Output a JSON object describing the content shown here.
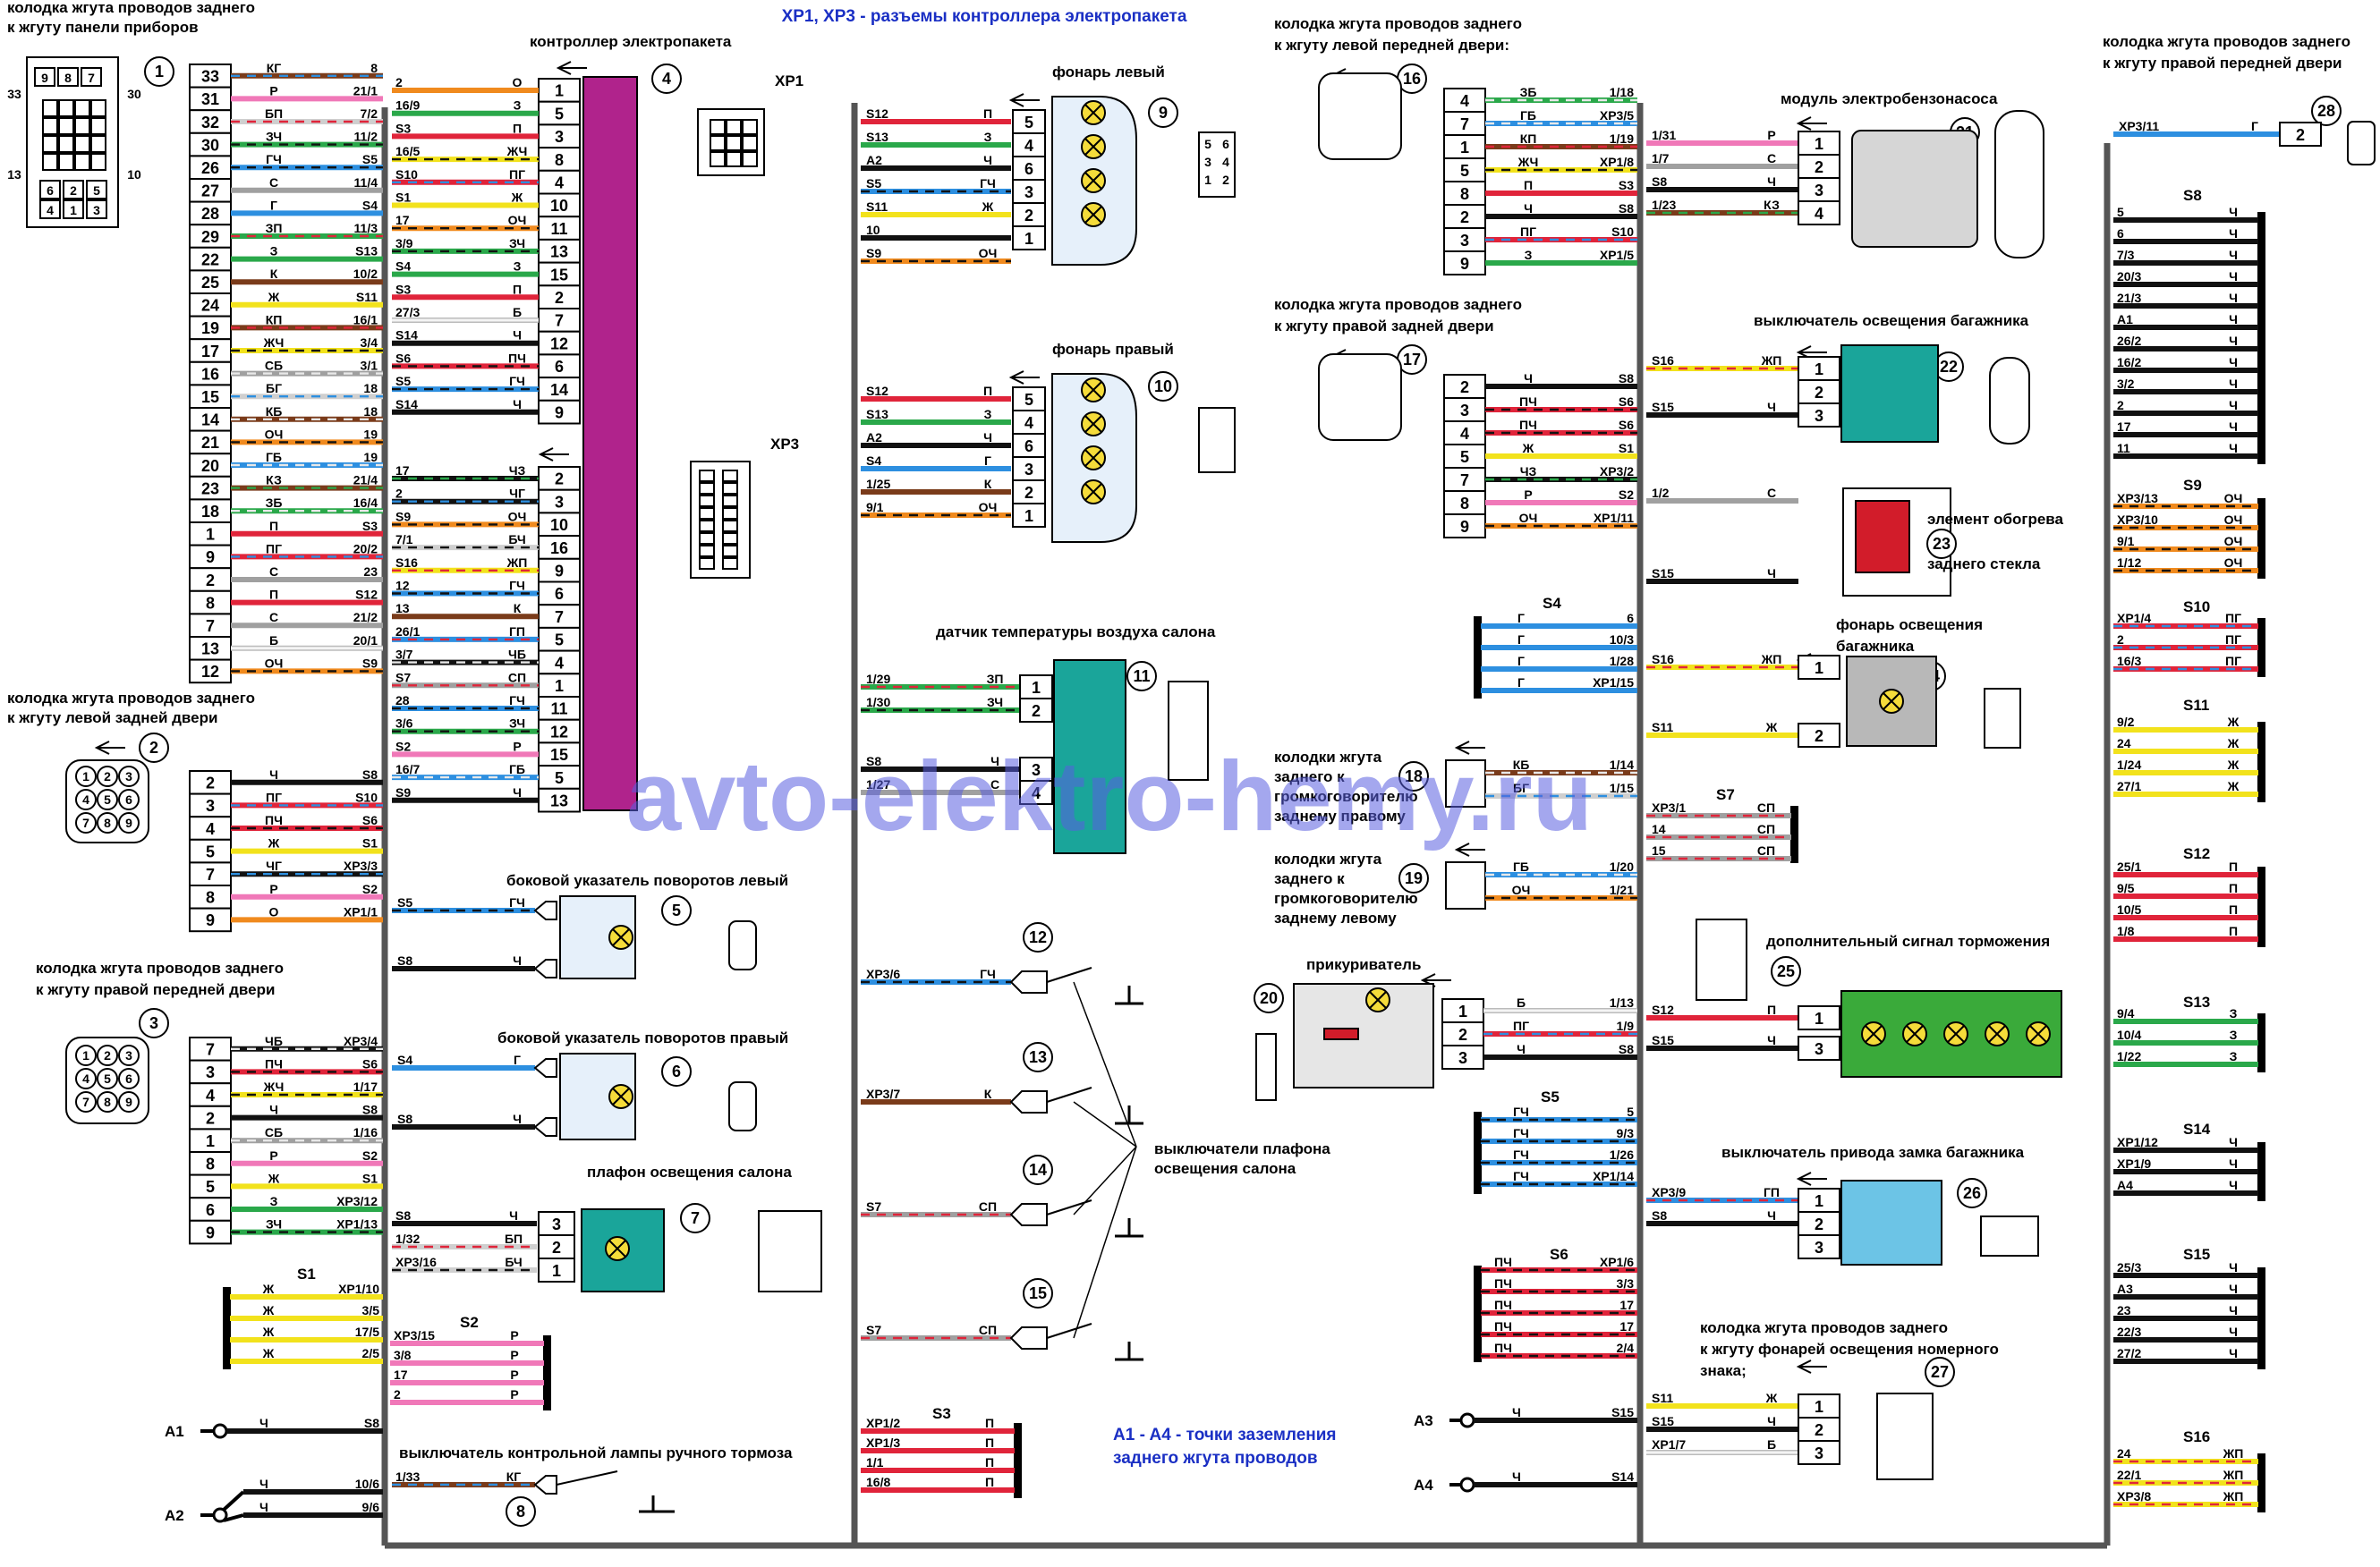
{
  "header": {
    "title": "XP1, XP3 - разъемы контроллера электропакета"
  },
  "watermark": "avto-elektro-hemy.ru",
  "grounding_note": [
    "A1 - A4 - точки заземления",
    "заднего жгута проводов"
  ],
  "labels": {
    "c1": [
      "колодка жгута проводов заднего",
      "к жгуту панели приборов"
    ],
    "c2": [
      "колодка жгута проводов заднего",
      "к жгуту левой задней двери"
    ],
    "c3": [
      "колодка жгута проводов заднего",
      "к жгуту правой передней двери"
    ],
    "c4": "контроллер электропакета",
    "xp1": "XP1",
    "xp3": "XP3",
    "c5": "боковой указатель поворотов левый",
    "c6": "боковой указатель поворотов правый",
    "c7": "плафон освещения салона",
    "c8": "выключатель контрольной лампы ручного тормоза",
    "c9": "фонарь левый",
    "c10": "фонарь правый",
    "c11": "датчик температуры воздуха салона",
    "c12_15": [
      "выключатели плафона",
      "освещения салона"
    ],
    "c16": [
      "колодка жгута проводов заднего",
      "к жгуту левой передней двери:"
    ],
    "c17": [
      "колодка жгута проводов заднего",
      "к жгуту правой задней двери"
    ],
    "c18": [
      "колодки жгута",
      "заднего к",
      "громкоговорителю",
      "заднему правому"
    ],
    "c19": [
      "колодки жгута",
      "заднего к",
      "громкоговорителю",
      "заднему левому"
    ],
    "c20": "прикуриватель",
    "c21": "модуль электробензонасоса",
    "c22": "выключатель освещения багажника",
    "c23": [
      "элемент обогрева",
      "заднего стекла"
    ],
    "c24": [
      "фонарь освещения",
      "багажника"
    ],
    "c25": "дополнительный сигнал торможения",
    "c26": "выключатель привода замка багажника",
    "c27": [
      "колодка жгута проводов заднего",
      "к жгуту фонарей освещения номерного",
      "знака;"
    ],
    "c28": [
      "колодка жгута проводов заднего",
      "к жгуту правой передней двери"
    ]
  },
  "conn1_rows": [
    {
      "pin": "33",
      "col": "КГ",
      "dest": "8"
    },
    {
      "pin": "31",
      "col": "Р",
      "dest": "21/1"
    },
    {
      "pin": "32",
      "col": "БП",
      "dest": "7/2"
    },
    {
      "pin": "30",
      "col": "ЗЧ",
      "dest": "11/2"
    },
    {
      "pin": "26",
      "col": "ГЧ",
      "dest": "S5"
    },
    {
      "pin": "27",
      "col": "С",
      "dest": "11/4"
    },
    {
      "pin": "28",
      "col": "Г",
      "dest": "S4"
    },
    {
      "pin": "29",
      "col": "ЗП",
      "dest": "11/3"
    },
    {
      "pin": "22",
      "col": "З",
      "dest": "S13"
    },
    {
      "pin": "25",
      "col": "К",
      "dest": "10/2"
    },
    {
      "pin": "24",
      "col": "Ж",
      "dest": "S11"
    },
    {
      "pin": "19",
      "col": "КП",
      "dest": "16/1"
    },
    {
      "pin": "17",
      "col": "ЖЧ",
      "dest": "3/4"
    },
    {
      "pin": "16",
      "col": "СБ",
      "dest": "3/1"
    },
    {
      "pin": "15",
      "col": "БГ",
      "dest": "18"
    },
    {
      "pin": "14",
      "col": "КБ",
      "dest": "18"
    },
    {
      "pin": "21",
      "col": "ОЧ",
      "dest": "19"
    },
    {
      "pin": "20",
      "col": "ГБ",
      "dest": "19"
    },
    {
      "pin": "23",
      "col": "КЗ",
      "dest": "21/4"
    },
    {
      "pin": "18",
      "col": "ЗБ",
      "dest": "16/4"
    },
    {
      "pin": "1",
      "col": "П",
      "dest": "S3"
    },
    {
      "pin": "9",
      "col": "ПГ",
      "dest": "20/2"
    },
    {
      "pin": "2",
      "col": "С",
      "dest": "23"
    },
    {
      "pin": "8",
      "col": "П",
      "dest": "S12"
    },
    {
      "pin": "7",
      "col": "С",
      "dest": "21/2"
    },
    {
      "pin": "13",
      "col": "Б",
      "dest": "20/1"
    },
    {
      "pin": "12",
      "col": "ОЧ",
      "dest": "S9"
    }
  ],
  "conn1_face": [
    "9",
    "8",
    "7",
    "33",
    "30",
    "13",
    "10",
    "6",
    "2",
    "5",
    "4",
    "1",
    "3"
  ],
  "xp1_rows": [
    {
      "pin": "1",
      "col": "О",
      "dest": "2"
    },
    {
      "pin": "5",
      "col": "З",
      "dest": "16/9"
    },
    {
      "pin": "3",
      "col": "П",
      "dest": "S3"
    },
    {
      "pin": "8",
      "col": "ЖЧ",
      "dest": "16/5"
    },
    {
      "pin": "4",
      "col": "ПГ",
      "dest": "S10"
    },
    {
      "pin": "10",
      "col": "Ж",
      "dest": "S1"
    },
    {
      "pin": "11",
      "col": "ОЧ",
      "dest": "17"
    },
    {
      "pin": "13",
      "col": "ЗЧ",
      "dest": "3/9"
    },
    {
      "pin": "15",
      "col": "З",
      "dest": "S4"
    },
    {
      "pin": "2",
      "col": "П",
      "dest": "S3"
    },
    {
      "pin": "7",
      "col": "Б",
      "dest": "27/3"
    },
    {
      "pin": "12",
      "col": "Ч",
      "dest": "S14"
    },
    {
      "pin": "6",
      "col": "ПЧ",
      "dest": "S6"
    },
    {
      "pin": "14",
      "col": "ГЧ",
      "dest": "S5"
    },
    {
      "pin": "9",
      "col": "Ч",
      "dest": "S14"
    }
  ],
  "xp3_rows": [
    {
      "pin": "2",
      "col": "ЧЗ",
      "dest": "17"
    },
    {
      "pin": "3",
      "col": "ЧГ",
      "dest": "2"
    },
    {
      "pin": "10",
      "col": "ОЧ",
      "dest": "S9"
    },
    {
      "pin": "16",
      "col": "БЧ",
      "dest": "7/1"
    },
    {
      "pin": "9",
      "col": "ЖП",
      "dest": "S16"
    },
    {
      "pin": "6",
      "col": "ГЧ",
      "dest": "12"
    },
    {
      "pin": "7",
      "col": "К",
      "dest": "13"
    },
    {
      "pin": "5",
      "col": "ГП",
      "dest": "26/1"
    },
    {
      "pin": "4",
      "col": "ЧБ",
      "dest": "3/7"
    },
    {
      "pin": "1",
      "col": "СП",
      "dest": "S7"
    },
    {
      "pin": "11",
      "col": "ГЧ",
      "dest": "28"
    },
    {
      "pin": "12",
      "col": "ЗЧ",
      "dest": "3/6"
    },
    {
      "pin": "15",
      "col": "Р",
      "dest": "S2"
    },
    {
      "pin": "5",
      "col": "ГБ",
      "dest": "16/7"
    },
    {
      "pin": "13",
      "col": "Ч",
      "dest": "S9"
    }
  ],
  "conn2_rows": [
    {
      "pin": "2",
      "col": "Ч",
      "dest": "S8"
    },
    {
      "pin": "3",
      "col": "ПГ",
      "dest": "S10"
    },
    {
      "pin": "4",
      "col": "ПЧ",
      "dest": "S6"
    },
    {
      "pin": "5",
      "col": "Ж",
      "dest": "S1"
    },
    {
      "pin": "7",
      "col": "ЧГ",
      "dest": "XP3/3"
    },
    {
      "pin": "8",
      "col": "Р",
      "dest": "S2"
    },
    {
      "pin": "9",
      "col": "О",
      "dest": "XP1/1"
    }
  ],
  "conn3_rows": [
    {
      "pin": "7",
      "col": "ЧБ",
      "dest": "XP3/4"
    },
    {
      "pin": "3",
      "col": "ПЧ",
      "dest": "S6"
    },
    {
      "pin": "4",
      "col": "ЖЧ",
      "dest": "1/17"
    },
    {
      "pin": "2",
      "col": "Ч",
      "dest": "S8"
    },
    {
      "pin": "1",
      "col": "СБ",
      "dest": "1/16"
    },
    {
      "pin": "8",
      "col": "Р",
      "dest": "S2"
    },
    {
      "pin": "5",
      "col": "Ж",
      "dest": "S1"
    },
    {
      "pin": "6",
      "col": "З",
      "dest": "XP3/12"
    },
    {
      "pin": "9",
      "col": "ЗЧ",
      "dest": "XP1/13"
    }
  ],
  "s1": [
    {
      "col": "Ж",
      "dest": "XP1/10"
    },
    {
      "col": "Ж",
      "dest": "3/5"
    },
    {
      "col": "Ж",
      "dest": "17/5"
    },
    {
      "col": "Ж",
      "dest": "2/5"
    }
  ],
  "s2": [
    {
      "src": "XP3/15",
      "col": "Р"
    },
    {
      "src": "3/8",
      "col": "Р"
    },
    {
      "src": "17",
      "col": "Р"
    },
    {
      "src": "2",
      "col": "Р"
    }
  ],
  "a1": {
    "name": "A1",
    "col": "Ч",
    "dest": "S8"
  },
  "a2": {
    "name": "A2",
    "rows": [
      {
        "col": "Ч",
        "dest": "10/6"
      },
      {
        "col": "Ч",
        "dest": "9/6"
      }
    ]
  },
  "c5_rows": [
    {
      "src": "S5",
      "col": "ГЧ"
    },
    {
      "src": "S8",
      "col": "Ч"
    }
  ],
  "c6_rows": [
    {
      "src": "S4",
      "col": "Г"
    },
    {
      "src": "S8",
      "col": "Ч"
    }
  ],
  "c7_rows": [
    {
      "src": "S8",
      "col": "Ч",
      "pin": "3"
    },
    {
      "src": "1/32",
      "col": "БП",
      "pin": "2"
    },
    {
      "src": "XP3/16",
      "col": "БЧ",
      "pin": "1"
    }
  ],
  "c8_row": {
    "src": "1/33",
    "col": "КГ"
  },
  "c9_rows": [
    {
      "src": "S12",
      "col": "П",
      "pin": "5"
    },
    {
      "src": "S13",
      "col": "З",
      "pin": "4"
    },
    {
      "src": "A2",
      "col": "Ч",
      "pin": "6"
    },
    {
      "src": "S5",
      "col": "ГЧ",
      "pin": "3"
    },
    {
      "src": "S11",
      "col": "Ж",
      "pin": "2"
    },
    {
      "src": "10",
      "col": "",
      "pin": "1"
    },
    {
      "src": "S9",
      "col": "ОЧ",
      "pin": ""
    }
  ],
  "c9_face": [
    "5",
    "6",
    "3",
    "4",
    "1",
    "2"
  ],
  "c10_rows": [
    {
      "src": "S12",
      "col": "П",
      "pin": "5"
    },
    {
      "src": "S13",
      "col": "З",
      "pin": "4"
    },
    {
      "src": "A2",
      "col": "Ч",
      "pin": "6"
    },
    {
      "src": "S4",
      "col": "Г",
      "pin": "3"
    },
    {
      "src": "1/25",
      "col": "К",
      "pin": "2"
    },
    {
      "src": "9/1",
      "col": "ОЧ",
      "pin": "1"
    }
  ],
  "c11_rows": [
    {
      "src": "1/29",
      "col": "ЗП",
      "pin": "1"
    },
    {
      "src": "1/30",
      "col": "ЗЧ",
      "pin": "2"
    },
    {
      "src": "S8",
      "col": "Ч",
      "pin": "3"
    },
    {
      "src": "1/27",
      "col": "С",
      "pin": "4"
    }
  ],
  "c12_15": [
    {
      "num": "12",
      "src": "XP3/6",
      "col": "ГЧ"
    },
    {
      "num": "13",
      "src": "XP3/7",
      "col": "К"
    },
    {
      "num": "14",
      "src": "S7",
      "col": "СП"
    },
    {
      "num": "15",
      "src": "S7",
      "col": "СП"
    }
  ],
  "s3": [
    {
      "src": "XP1/2",
      "col": "П"
    },
    {
      "src": "XP1/3",
      "col": "П"
    },
    {
      "src": "1/1",
      "col": "П"
    },
    {
      "src": "16/8",
      "col": "П"
    }
  ],
  "c16_rows": [
    {
      "pin": "4",
      "col": "ЗБ",
      "dest": "1/18"
    },
    {
      "pin": "7",
      "col": "ГБ",
      "dest": "XP3/5"
    },
    {
      "pin": "1",
      "col": "КП",
      "dest": "1/19"
    },
    {
      "pin": "5",
      "col": "ЖЧ",
      "dest": "XP1/8"
    },
    {
      "pin": "8",
      "col": "П",
      "dest": "S3"
    },
    {
      "pin": "2",
      "col": "Ч",
      "dest": "S8"
    },
    {
      "pin": "3",
      "col": "ПГ",
      "dest": "S10"
    },
    {
      "pin": "9",
      "col": "З",
      "dest": "XP1/5"
    }
  ],
  "c17_rows": [
    {
      "pin": "2",
      "col": "Ч",
      "dest": "S8"
    },
    {
      "pin": "3",
      "col": "ПЧ",
      "dest": "S6"
    },
    {
      "pin": "4",
      "col": "ПЧ",
      "dest": "S6"
    },
    {
      "pin": "5",
      "col": "Ж",
      "dest": "S1"
    },
    {
      "pin": "7",
      "col": "ЧЗ",
      "dest": "XP3/2"
    },
    {
      "pin": "8",
      "col": "Р",
      "dest": "S2"
    },
    {
      "pin": "9",
      "col": "ОЧ",
      "dest": "XP1/11"
    }
  ],
  "s4": [
    {
      "col": "Г",
      "dest": "6"
    },
    {
      "col": "Г",
      "dest": "10/3"
    },
    {
      "col": "Г",
      "dest": "1/28"
    },
    {
      "col": "Г",
      "dest": "XP1/15"
    }
  ],
  "c18_rows": [
    {
      "col": "КБ",
      "dest": "1/14"
    },
    {
      "col": "БГ",
      "dest": "1/15"
    }
  ],
  "c19_rows": [
    {
      "col": "ГБ",
      "dest": "1/20"
    },
    {
      "col": "ОЧ",
      "dest": "1/21"
    }
  ],
  "c20_rows": [
    {
      "pin": "1",
      "col": "Б",
      "dest": "1/13"
    },
    {
      "pin": "2",
      "col": "ПГ",
      "dest": "1/9"
    },
    {
      "pin": "3",
      "col": "Ч",
      "dest": "S8"
    }
  ],
  "s5": [
    {
      "col": "ГЧ",
      "dest": "5"
    },
    {
      "col": "ГЧ",
      "dest": "9/3"
    },
    {
      "col": "ГЧ",
      "dest": "1/26"
    },
    {
      "col": "ГЧ",
      "dest": "XP1/14"
    }
  ],
  "s6": [
    {
      "col": "ПЧ",
      "dest": "XP1/6"
    },
    {
      "col": "ПЧ",
      "dest": "3/3"
    },
    {
      "col": "ПЧ",
      "dest": "17"
    },
    {
      "col": "ПЧ",
      "dest": "17"
    },
    {
      "col": "ПЧ",
      "dest": "2/4"
    }
  ],
  "a3": {
    "name": "A3",
    "col": "Ч",
    "dest": "S15"
  },
  "a4": {
    "name": "A4",
    "col": "Ч",
    "dest": "S14"
  },
  "s7": [
    {
      "src": "XP3/1",
      "col": "СП"
    },
    {
      "src": "14",
      "col": "СП"
    },
    {
      "src": "15",
      "col": "СП"
    }
  ],
  "c21_rows": [
    {
      "src": "1/31",
      "col": "Р",
      "pin": "1"
    },
    {
      "src": "1/7",
      "col": "С",
      "pin": "2"
    },
    {
      "src": "S8",
      "col": "Ч",
      "pin": "3"
    },
    {
      "src": "1/23",
      "col": "КЗ",
      "pin": "4"
    }
  ],
  "c22_rows": [
    {
      "src": "S16",
      "col": "ЖП",
      "pin": "1"
    },
    {
      "src": "",
      "col": "",
      "pin": "2"
    },
    {
      "src": "S15",
      "col": "Ч",
      "pin": "3"
    }
  ],
  "c23_rows": [
    {
      "src": "1/2",
      "col": "С"
    },
    {
      "src": "S15",
      "col": "Ч"
    }
  ],
  "c24_rows": [
    {
      "src": "S16",
      "col": "ЖП",
      "pin": "1"
    },
    {
      "src": "S11",
      "col": "Ж",
      "pin": "2"
    }
  ],
  "c25_rows": [
    {
      "src": "S12",
      "col": "П",
      "pin": "1"
    },
    {
      "src": "S15",
      "col": "Ч",
      "pin": "3"
    }
  ],
  "c26_rows": [
    {
      "src": "XP3/9",
      "col": "ГП",
      "pin": "1"
    },
    {
      "src": "S8",
      "col": "Ч",
      "pin": "2"
    },
    {
      "src": "",
      "col": "",
      "pin": "3"
    }
  ],
  "c27_rows": [
    {
      "src": "S11",
      "col": "Ж",
      "pin": "1"
    },
    {
      "src": "S15",
      "col": "Ч",
      "pin": "2"
    },
    {
      "src": "XP1/7",
      "col": "Б",
      "pin": "3"
    }
  ],
  "c28_row": {
    "src": "XP3/11",
    "col": "Г",
    "pin": "2"
  },
  "s8": [
    {
      "src": "5",
      "col": "Ч"
    },
    {
      "src": "6",
      "col": "Ч"
    },
    {
      "src": "7/3",
      "col": "Ч"
    },
    {
      "src": "20/3",
      "col": "Ч"
    },
    {
      "src": "21/3",
      "col": "Ч"
    },
    {
      "src": "A1",
      "col": "Ч"
    },
    {
      "src": "26/2",
      "col": "Ч"
    },
    {
      "src": "16/2",
      "col": "Ч"
    },
    {
      "src": "3/2",
      "col": "Ч"
    },
    {
      "src": "2",
      "col": "Ч"
    },
    {
      "src": "17",
      "col": "Ч"
    },
    {
      "src": "11",
      "col": "Ч"
    }
  ],
  "s9": [
    {
      "src": "XP3/13",
      "col": "ОЧ"
    },
    {
      "src": "XP3/10",
      "col": "ОЧ"
    },
    {
      "src": "9/1",
      "col": "ОЧ"
    },
    {
      "src": "1/12",
      "col": "ОЧ"
    }
  ],
  "s10": [
    {
      "src": "XP1/4",
      "col": "ПГ"
    },
    {
      "src": "2",
      "col": "ПГ"
    },
    {
      "src": "16/3",
      "col": "ПГ"
    }
  ],
  "s11": [
    {
      "src": "9/2",
      "col": "Ж"
    },
    {
      "src": "24",
      "col": "Ж"
    },
    {
      "src": "1/24",
      "col": "Ж"
    },
    {
      "src": "27/1",
      "col": "Ж"
    }
  ],
  "s12": [
    {
      "src": "25/1",
      "col": "П"
    },
    {
      "src": "9/5",
      "col": "П"
    },
    {
      "src": "10/5",
      "col": "П"
    },
    {
      "src": "1/8",
      "col": "П"
    }
  ],
  "s13": [
    {
      "src": "9/4",
      "col": "З"
    },
    {
      "src": "10/4",
      "col": "З"
    },
    {
      "src": "1/22",
      "col": "З"
    }
  ],
  "s14": [
    {
      "src": "XP1/12",
      "col": "Ч"
    },
    {
      "src": "XP1/9",
      "col": "Ч"
    },
    {
      "src": "A4",
      "col": "Ч"
    }
  ],
  "s15": [
    {
      "src": "25/3",
      "col": "Ч"
    },
    {
      "src": "A3",
      "col": "Ч"
    },
    {
      "src": "23",
      "col": "Ч"
    },
    {
      "src": "22/3",
      "col": "Ч"
    },
    {
      "src": "27/2",
      "col": "Ч"
    }
  ],
  "s16": [
    {
      "src": "24",
      "col": "ЖП"
    },
    {
      "src": "22/1",
      "col": "ЖП"
    },
    {
      "src": "XP3/8",
      "col": "ЖП"
    }
  ],
  "splice_names": {
    "s1": "S1",
    "s2": "S2",
    "s3": "S3",
    "s4": "S4",
    "s5": "S5",
    "s6": "S6",
    "s7": "S7",
    "s8": "S8",
    "s9": "S9",
    "s10": "S10",
    "s11": "S11",
    "s12": "S12",
    "s13": "S13",
    "s14": "S14",
    "s15": "S15",
    "s16": "S16"
  },
  "wire_colors": {
    "Ч": [
      "#111111"
    ],
    "Б": [
      "#e8e8e8"
    ],
    "С": [
      "#a0a0a0"
    ],
    "П": [
      "#e0243a"
    ],
    "Р": [
      "#f078b8"
    ],
    "Г": [
      "#2d8fe0"
    ],
    "З": [
      "#2aa84a"
    ],
    "Ж": [
      "#f2e21c"
    ],
    "О": [
      "#f08a1e"
    ],
    "К": [
      "#7a3b1a"
    ],
    "ГЧ": [
      "#2d8fe0",
      "#111111"
    ],
    "ГБ": [
      "#2d8fe0",
      "#e8e8e8"
    ],
    "ГП": [
      "#2d8fe0",
      "#e0243a"
    ],
    "ПГ": [
      "#e0243a",
      "#2d8fe0"
    ],
    "ПЧ": [
      "#e0243a",
      "#111111"
    ],
    "ЖЧ": [
      "#f2e21c",
      "#111111"
    ],
    "ЖП": [
      "#f2e21c",
      "#e0243a"
    ],
    "ЗЧ": [
      "#2aa84a",
      "#111111"
    ],
    "ЗП": [
      "#2aa84a",
      "#e0243a"
    ],
    "ЗБ": [
      "#2aa84a",
      "#e8e8e8"
    ],
    "КГ": [
      "#7a3b1a",
      "#2d8fe0"
    ],
    "КБ": [
      "#7a3b1a",
      "#e8e8e8"
    ],
    "КП": [
      "#7a3b1a",
      "#e0243a"
    ],
    "КЗ": [
      "#7a3b1a",
      "#2aa84a"
    ],
    "БГ": [
      "#e8e8e8",
      "#2d8fe0"
    ],
    "БП": [
      "#e8e8e8",
      "#e0243a"
    ],
    "БЧ": [
      "#e8e8e8",
      "#111111"
    ],
    "СБ": [
      "#a0a0a0",
      "#e8e8e8"
    ],
    "СП": [
      "#a0a0a0",
      "#e0243a"
    ],
    "ОЧ": [
      "#f08a1e",
      "#111111"
    ],
    "ЧГ": [
      "#111111",
      "#2d8fe0"
    ],
    "ЧЗ": [
      "#111111",
      "#2aa84a"
    ],
    "ЧБ": [
      "#111111",
      "#e8e8e8"
    ]
  },
  "colors": {
    "title": "#1a2fc4",
    "controller": "#b0238c",
    "module_teal": "#1aa59a",
    "module_green": "#3aaa3a",
    "module_blue": "#6cc4e6",
    "module_gray": "#b8b8b8",
    "lamp": "#f5dc3a",
    "heater": "#d21c2a"
  }
}
